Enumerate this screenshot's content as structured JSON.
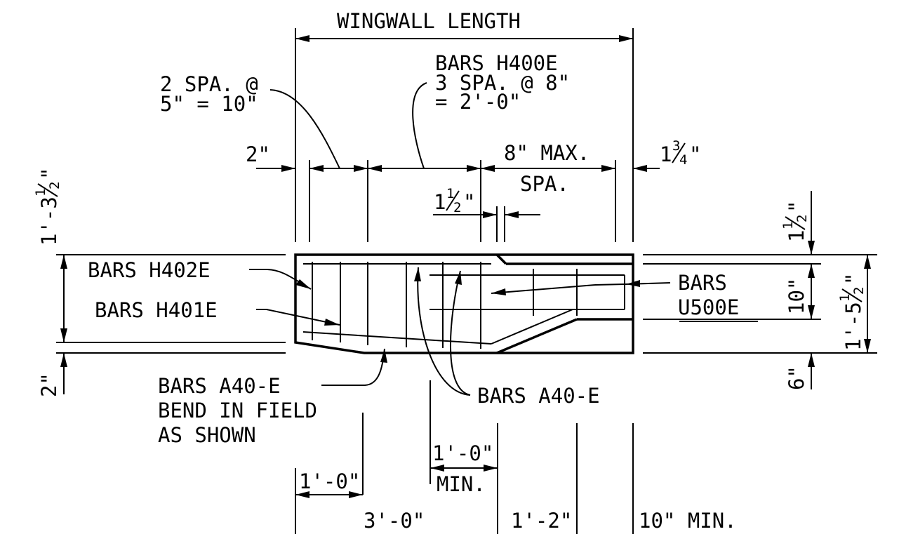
{
  "labels": {
    "wingwall_length": "WINGWALL LENGTH",
    "spa_note_1": "2 SPA. @",
    "spa_note_2": "5\" = 10\"",
    "h400_1": "BARS H400E",
    "h400_2": "3 SPA. @ 8\"",
    "h400_3": "= 2'-0\"",
    "dim_2in": "2\"",
    "max_spa_1": "8\" MAX.",
    "max_spa_2": "SPA.",
    "dim_1_3_4_whole": "1",
    "dim_1_3_4_num": "3",
    "dim_1_3_4_den": "4",
    "dim_1_1_2_whole": "1",
    "dim_1_1_2_num": "1",
    "dim_1_1_2_den": "2",
    "dim_1_3_1_2": "1'-3",
    "dim_1_3_1_2_num": "1",
    "dim_1_3_1_2_den": "2",
    "inch_mark": "\"",
    "bars_h402e": "BARS H402E",
    "bars_h401e": "BARS H401E",
    "bars_a40e_left_1": "BARS A40-E",
    "bars_a40e_left_2": "BEND IN FIELD",
    "bars_a40e_left_3": "AS SHOWN",
    "bars_a40e_right": "BARS A40-E",
    "bars_u500e_1": "BARS",
    "bars_u500e_2": "U500E",
    "dim_2in_left": "2\"",
    "right_1_1_2_whole": "1",
    "right_1_1_2_num": "1",
    "right_1_1_2_den": "2",
    "right_10": "10\"",
    "right_1_5_1_2": "1'-5",
    "right_1_5_num": "1",
    "right_1_5_den": "2",
    "right_6": "6\"",
    "dim_1_0_a": "1'-0\"",
    "dim_1_0_b": "1'-0\"",
    "min": "MIN.",
    "dim_3_0": "3'-0\"",
    "dim_1_2": "1'-2\"",
    "dim_10_min": "10\" MIN."
  }
}
